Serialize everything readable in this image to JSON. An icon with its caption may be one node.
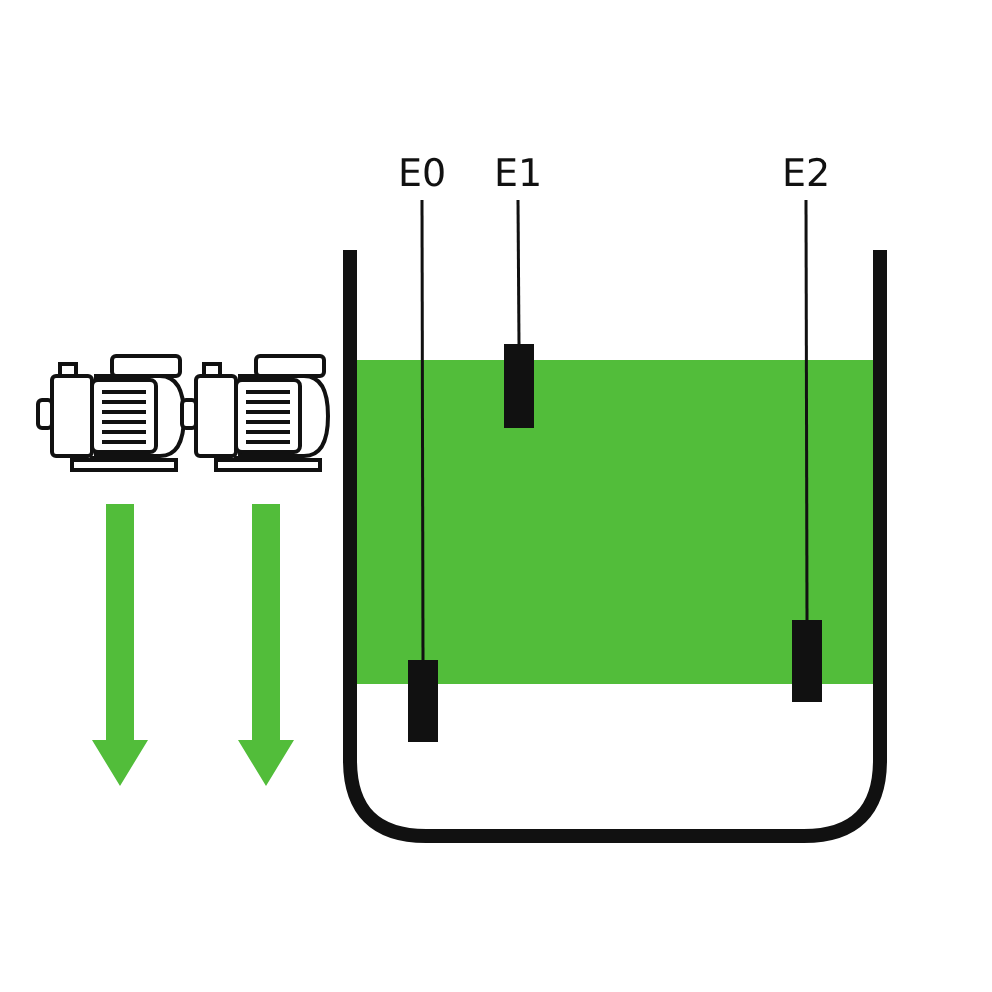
{
  "diagram": {
    "nodes": [
      {
        "text": [
          "E0"
        ]
      },
      {
        "text": [
          "E1"
        ]
      },
      {
        "text": [
          "E2"
        ]
      },
      {
        "text": [],
        "shape": "bar"
      },
      {
        "text": [],
        "shape": "bar"
      },
      {
        "text": [],
        "shape": "bar"
      }
    ],
    "edges": [
      {
        "from": 0,
        "to": 3,
        "arrow": "none"
      },
      {
        "from": 1,
        "to": 4,
        "arrow": "none"
      },
      {
        "from": 2,
        "to": 5,
        "arrow": "none"
      }
    ]
  }
}
